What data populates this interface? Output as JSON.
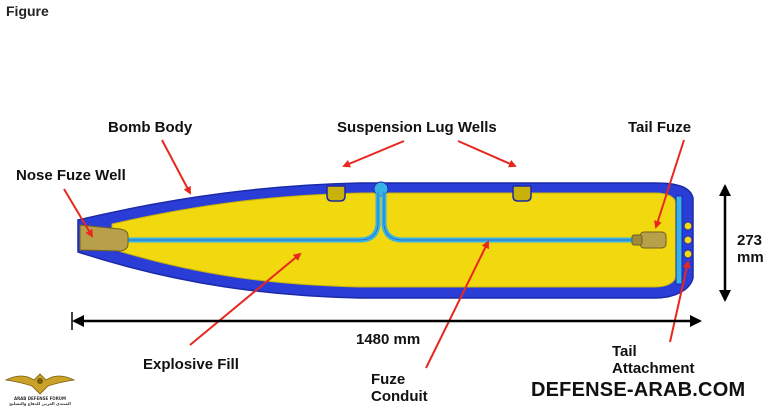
{
  "figure_label": "Figure",
  "labels": {
    "bomb_body": "Bomb Body",
    "suspension_lug_wells": "Suspension Lug Wells",
    "tail_fuze": "Tail Fuze",
    "nose_fuze_well": "Nose Fuze Well",
    "explosive_fill": "Explosive Fill",
    "fuze_conduit_line1": "Fuze",
    "fuze_conduit_line2": "Conduit",
    "tail_attachment_line1": "Tail",
    "tail_attachment_line2": "Attachment"
  },
  "dimensions": {
    "length": "1480 mm",
    "diameter_value": "273",
    "diameter_unit": "mm"
  },
  "watermark": "DEFENSE-ARAB.COM",
  "logo": {
    "text_line1": "ARAB DEFENSE FORUM",
    "text_line2": "المنتدى العربي للدفاع والتسليح"
  },
  "colors": {
    "casing": "#2a3dd6",
    "casing_dark": "#1b2aa8",
    "fill": "#f2d80f",
    "conduit": "#37b2e6",
    "fuze": "#b8a04a",
    "arrow": "#e8271f",
    "dimension": "#000000"
  }
}
